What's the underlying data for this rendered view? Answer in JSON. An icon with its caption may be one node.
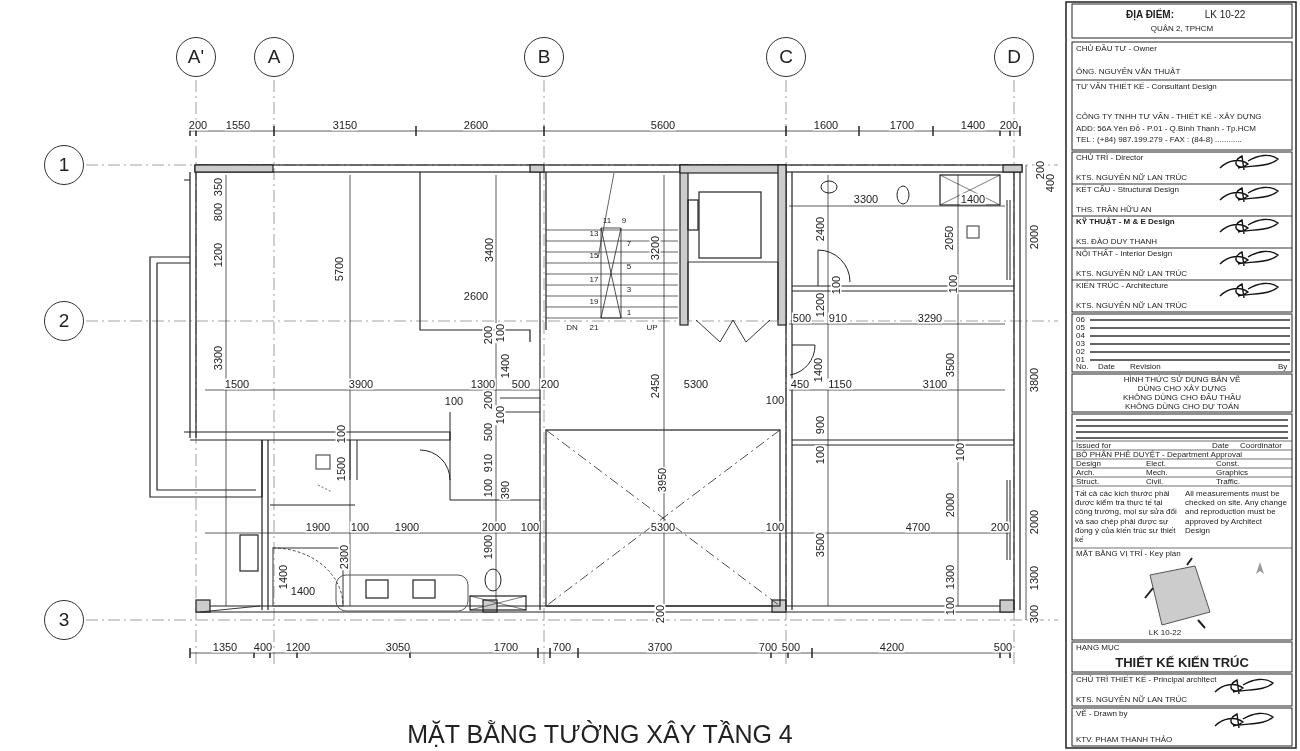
{
  "diagram": {
    "title": "MẶT BẰNG TƯỜNG XÂY TẦNG 4",
    "nodes": [
      {
        "text": [
          "A'"
        ]
      },
      {
        "text": [
          "A"
        ]
      },
      {
        "text": [
          "B"
        ]
      },
      {
        "text": [
          "C"
        ]
      },
      {
        "text": [
          "D"
        ]
      },
      {
        "text": [
          "1"
        ]
      },
      {
        "text": [
          "2"
        ]
      },
      {
        "text": [
          "3"
        ]
      }
    ],
    "labels": [
      "200",
      "1550",
      "3150",
      "2600",
      "5600",
      "1600",
      "1700",
      "1400",
      "200",
      "350",
      "200",
      "400",
      "3300",
      "1400",
      "800",
      "11",
      "9",
      "13",
      "2400",
      "2050",
      "2000",
      "1200",
      "3400",
      "15",
      "7",
      "3200",
      "5700",
      "5",
      "17",
      "3",
      "100",
      "100",
      "2600",
      "19",
      "1200",
      "1",
      "500",
      "910",
      "3290",
      "200",
      "100",
      "DN",
      "21",
      "UP",
      "3300",
      "1400",
      "3500",
      "1500",
      "3900",
      "1300",
      "500",
      "200",
      "2450",
      "5300",
      "450",
      "1400",
      "1150",
      "3100",
      "3800",
      "100",
      "200",
      "100",
      "100",
      "500",
      "100",
      "900",
      "1500",
      "910",
      "100",
      "100",
      "100",
      "390",
      "3950",
      "1900",
      "100",
      "1900",
      "2000",
      "100",
      "5300",
      "100",
      "4700",
      "2000",
      "200",
      "2000",
      "2300",
      "1900",
      "3500",
      "1400",
      "1400",
      "1300",
      "1300",
      "200",
      "100",
      "300",
      "1350",
      "400",
      "1200",
      "3050",
      "1700",
      "700",
      "3700",
      "700",
      "500",
      "4200",
      "500",
      "ĐỊA ĐIỂM:",
      "LK 10-22",
      "QUẬN 2, TPHCM",
      "CHỦ ĐẦU TƯ - Owner",
      "ÔNG. NGUYỄN VĂN THUẬT",
      "TƯ VẤN THIẾT KẾ - Consultant Design",
      "CÔNG TY TNHH TƯ VẤN - THIẾT KẾ - XÂY DỰNG",
      "ADD: 56A Yên Đỗ - P.01 - Q.Bình Thạnh - Tp.HCM",
      "TEL : (+84) 987.199.279 - FAX : (84-8) ............",
      "CHỦ TRÌ - Director",
      "KTS. NGUYỄN NỮ LAN TRÚC",
      "KẾT CẤU - Structural Design",
      "THS. TRẦN HỮU AN",
      "KỸ THUẬT - M & E Design",
      "KS. ĐÀO DUY THANH",
      "NỘI THẤT - Interior Design",
      "KTS. NGUYỄN NỮ LAN TRÚC",
      "KIẾN TRÚC - Architecture",
      "KTS. NGUYỄN NỮ LAN TRÚC",
      "06",
      "05",
      "04",
      "03",
      "02",
      "01",
      "No.",
      "Date",
      "Revision",
      "By",
      "HÌNH THỨC SỬ DỤNG BẢN VẼ",
      "DÙNG CHO XÂY DỰNG",
      "KHÔNG DÙNG CHO ĐẤU THẦU",
      "KHÔNG DÙNG CHO DỰ TOÁN",
      "Issued for",
      "Date",
      "Coordinator",
      "BỘ PHẬN PHÊ DUYỆT - Department Approval",
      "Design",
      "Elect.",
      "Const.",
      "Arch.",
      "Mech.",
      "Graphics",
      "Struct.",
      "Civil.",
      "Traffic.",
      "Tất cả các kích thước phải được kiểm tra thực tế tại công trường, mọi sự sửa đổi và sao chép phải được sự đồng ý của kiến trúc sư thiết kế",
      "All measurements must be checked on site. Any change and reproduction must be approved by Architect Design",
      "MẶT BẰNG VỊ TRÍ - Key plan",
      "LK 10-22",
      "HẠNG MỤC",
      "THIẾT KẾ KIẾN TRÚC",
      "CHỦ TRÌ THIẾT KẾ - Principal architect",
      "KTS. NGUYỄN NỮ LAN TRÚC",
      "VẼ - Drawn by",
      "KTV. PHẠM THANH THẢO"
    ]
  }
}
